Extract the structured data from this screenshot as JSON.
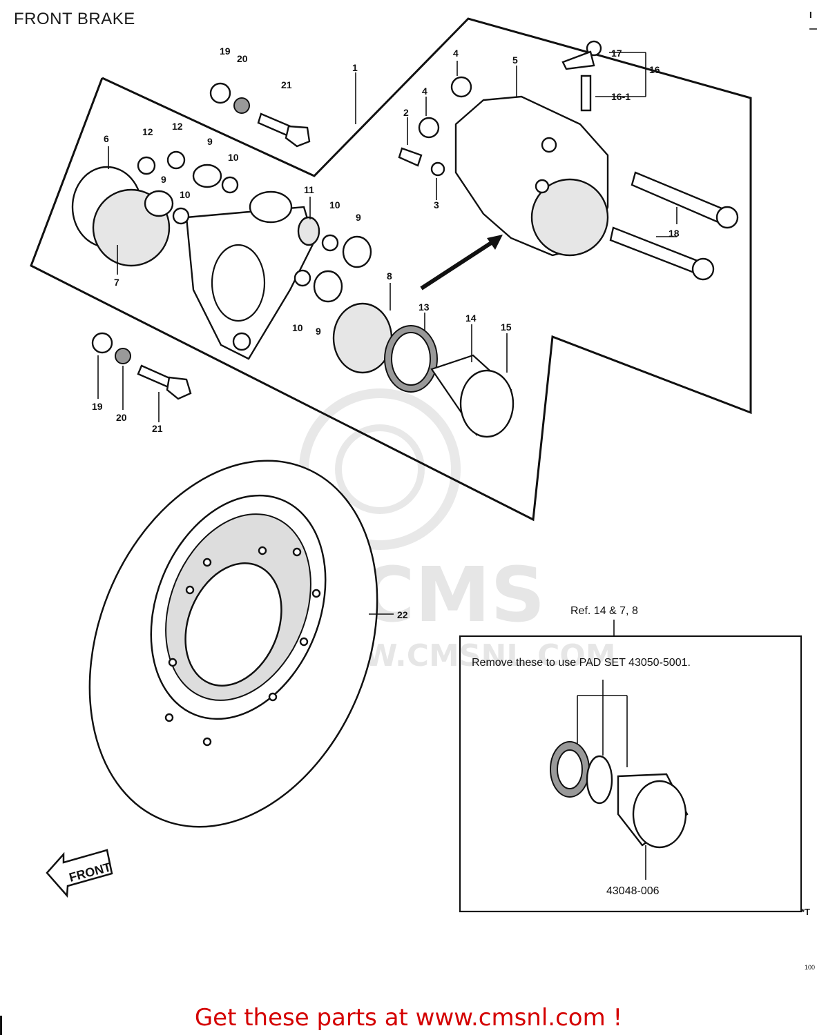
{
  "page": {
    "title": "FRONT BRAKE"
  },
  "callouts": {
    "c1": "1",
    "c2": "2",
    "c3": "3",
    "c4a": "4",
    "c4b": "4",
    "c5": "5",
    "c6": "6",
    "c7": "7",
    "c8": "8",
    "c9a": "9",
    "c9b": "9",
    "c9c": "9",
    "c9d": "9",
    "c10a": "10",
    "c10b": "10",
    "c10c": "10",
    "c10d": "10",
    "c11": "11",
    "c12a": "12",
    "c12b": "12",
    "c13": "13",
    "c14": "14",
    "c15": "15",
    "c16": "16",
    "c16_1": "16-1",
    "c17": "17",
    "c18": "18",
    "c19a": "19",
    "c19b": "19",
    "c20a": "20",
    "c20b": "20",
    "c21a": "21",
    "c21b": "21",
    "c22": "22"
  },
  "inset": {
    "ref": "Ref. 14 & 7, 8",
    "note": "Remove these to use PAD SET 43050-5001.",
    "part_number": "43048-006"
  },
  "front_arrow": "FRONT",
  "watermark": {
    "brand": "CMS",
    "url": "WWW.CMSNL.COM"
  },
  "margin_marks": {
    "top_right": "I",
    "inset_side": "*T",
    "bottom_code": "100"
  },
  "footer": {
    "text": "Get these parts at www.cmsnl.com !"
  }
}
